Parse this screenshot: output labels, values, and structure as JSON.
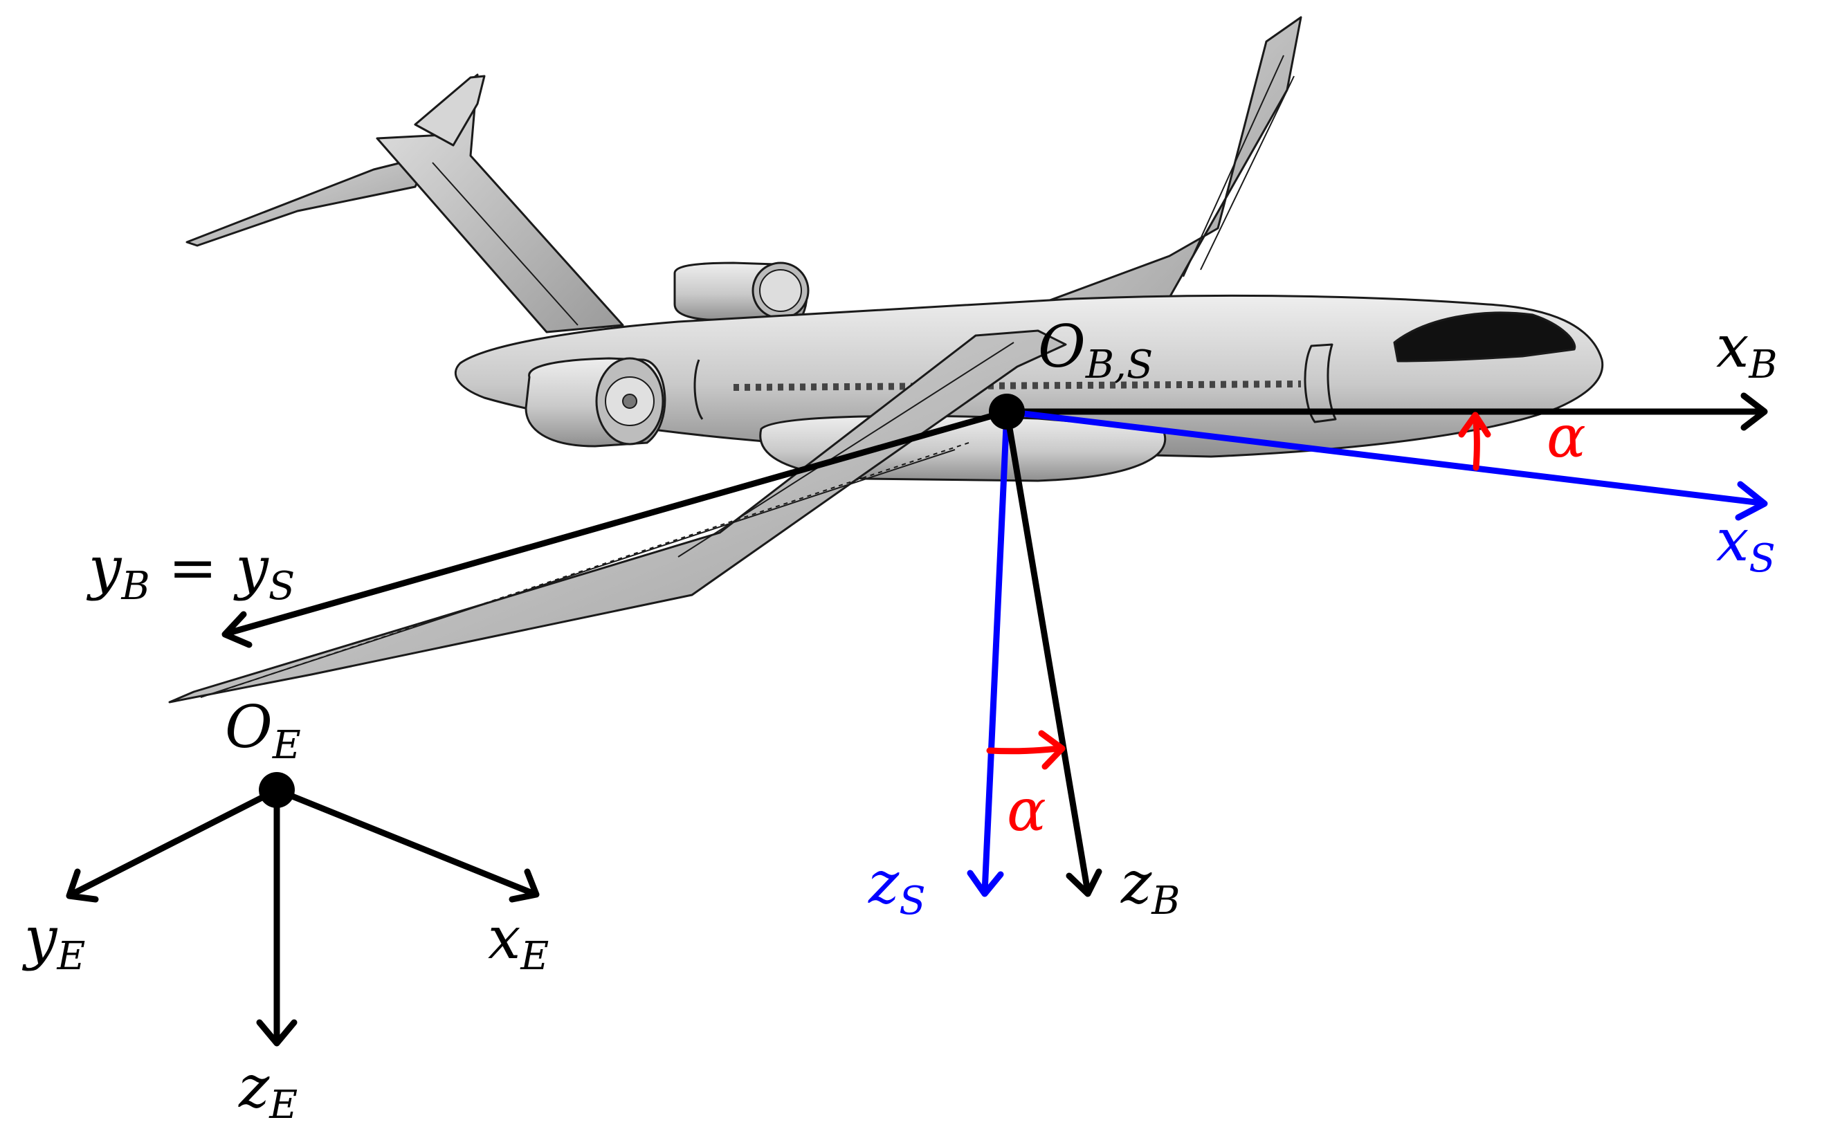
{
  "colors": {
    "black": "#000000",
    "blue": "#0000ff",
    "red": "#ff0000",
    "aircraft_fill": "#c8c8c8",
    "aircraft_stroke": "#1a1a1a"
  },
  "labels": {
    "body_origin": {
      "main": "O",
      "sub": "B,S"
    },
    "earth_origin": {
      "main": "O",
      "sub": "E"
    },
    "x_body": {
      "main": "x",
      "sub": "B"
    },
    "x_stability": {
      "main": "x",
      "sub": "S"
    },
    "y_body_eq_stability": {
      "main": "y",
      "sub1": "B",
      "eq": " = ",
      "main2": "y",
      "sub2": "S"
    },
    "z_stability": {
      "main": "z",
      "sub": "S"
    },
    "z_body": {
      "main": "z",
      "sub": "B"
    },
    "y_earth": {
      "main": "y",
      "sub": "E"
    },
    "x_earth": {
      "main": "x",
      "sub": "E"
    },
    "z_earth": {
      "main": "z",
      "sub": "E"
    },
    "alpha_upper": "α",
    "alpha_lower": "α"
  },
  "icons": {
    "aircraft": "aircraft-icon"
  }
}
